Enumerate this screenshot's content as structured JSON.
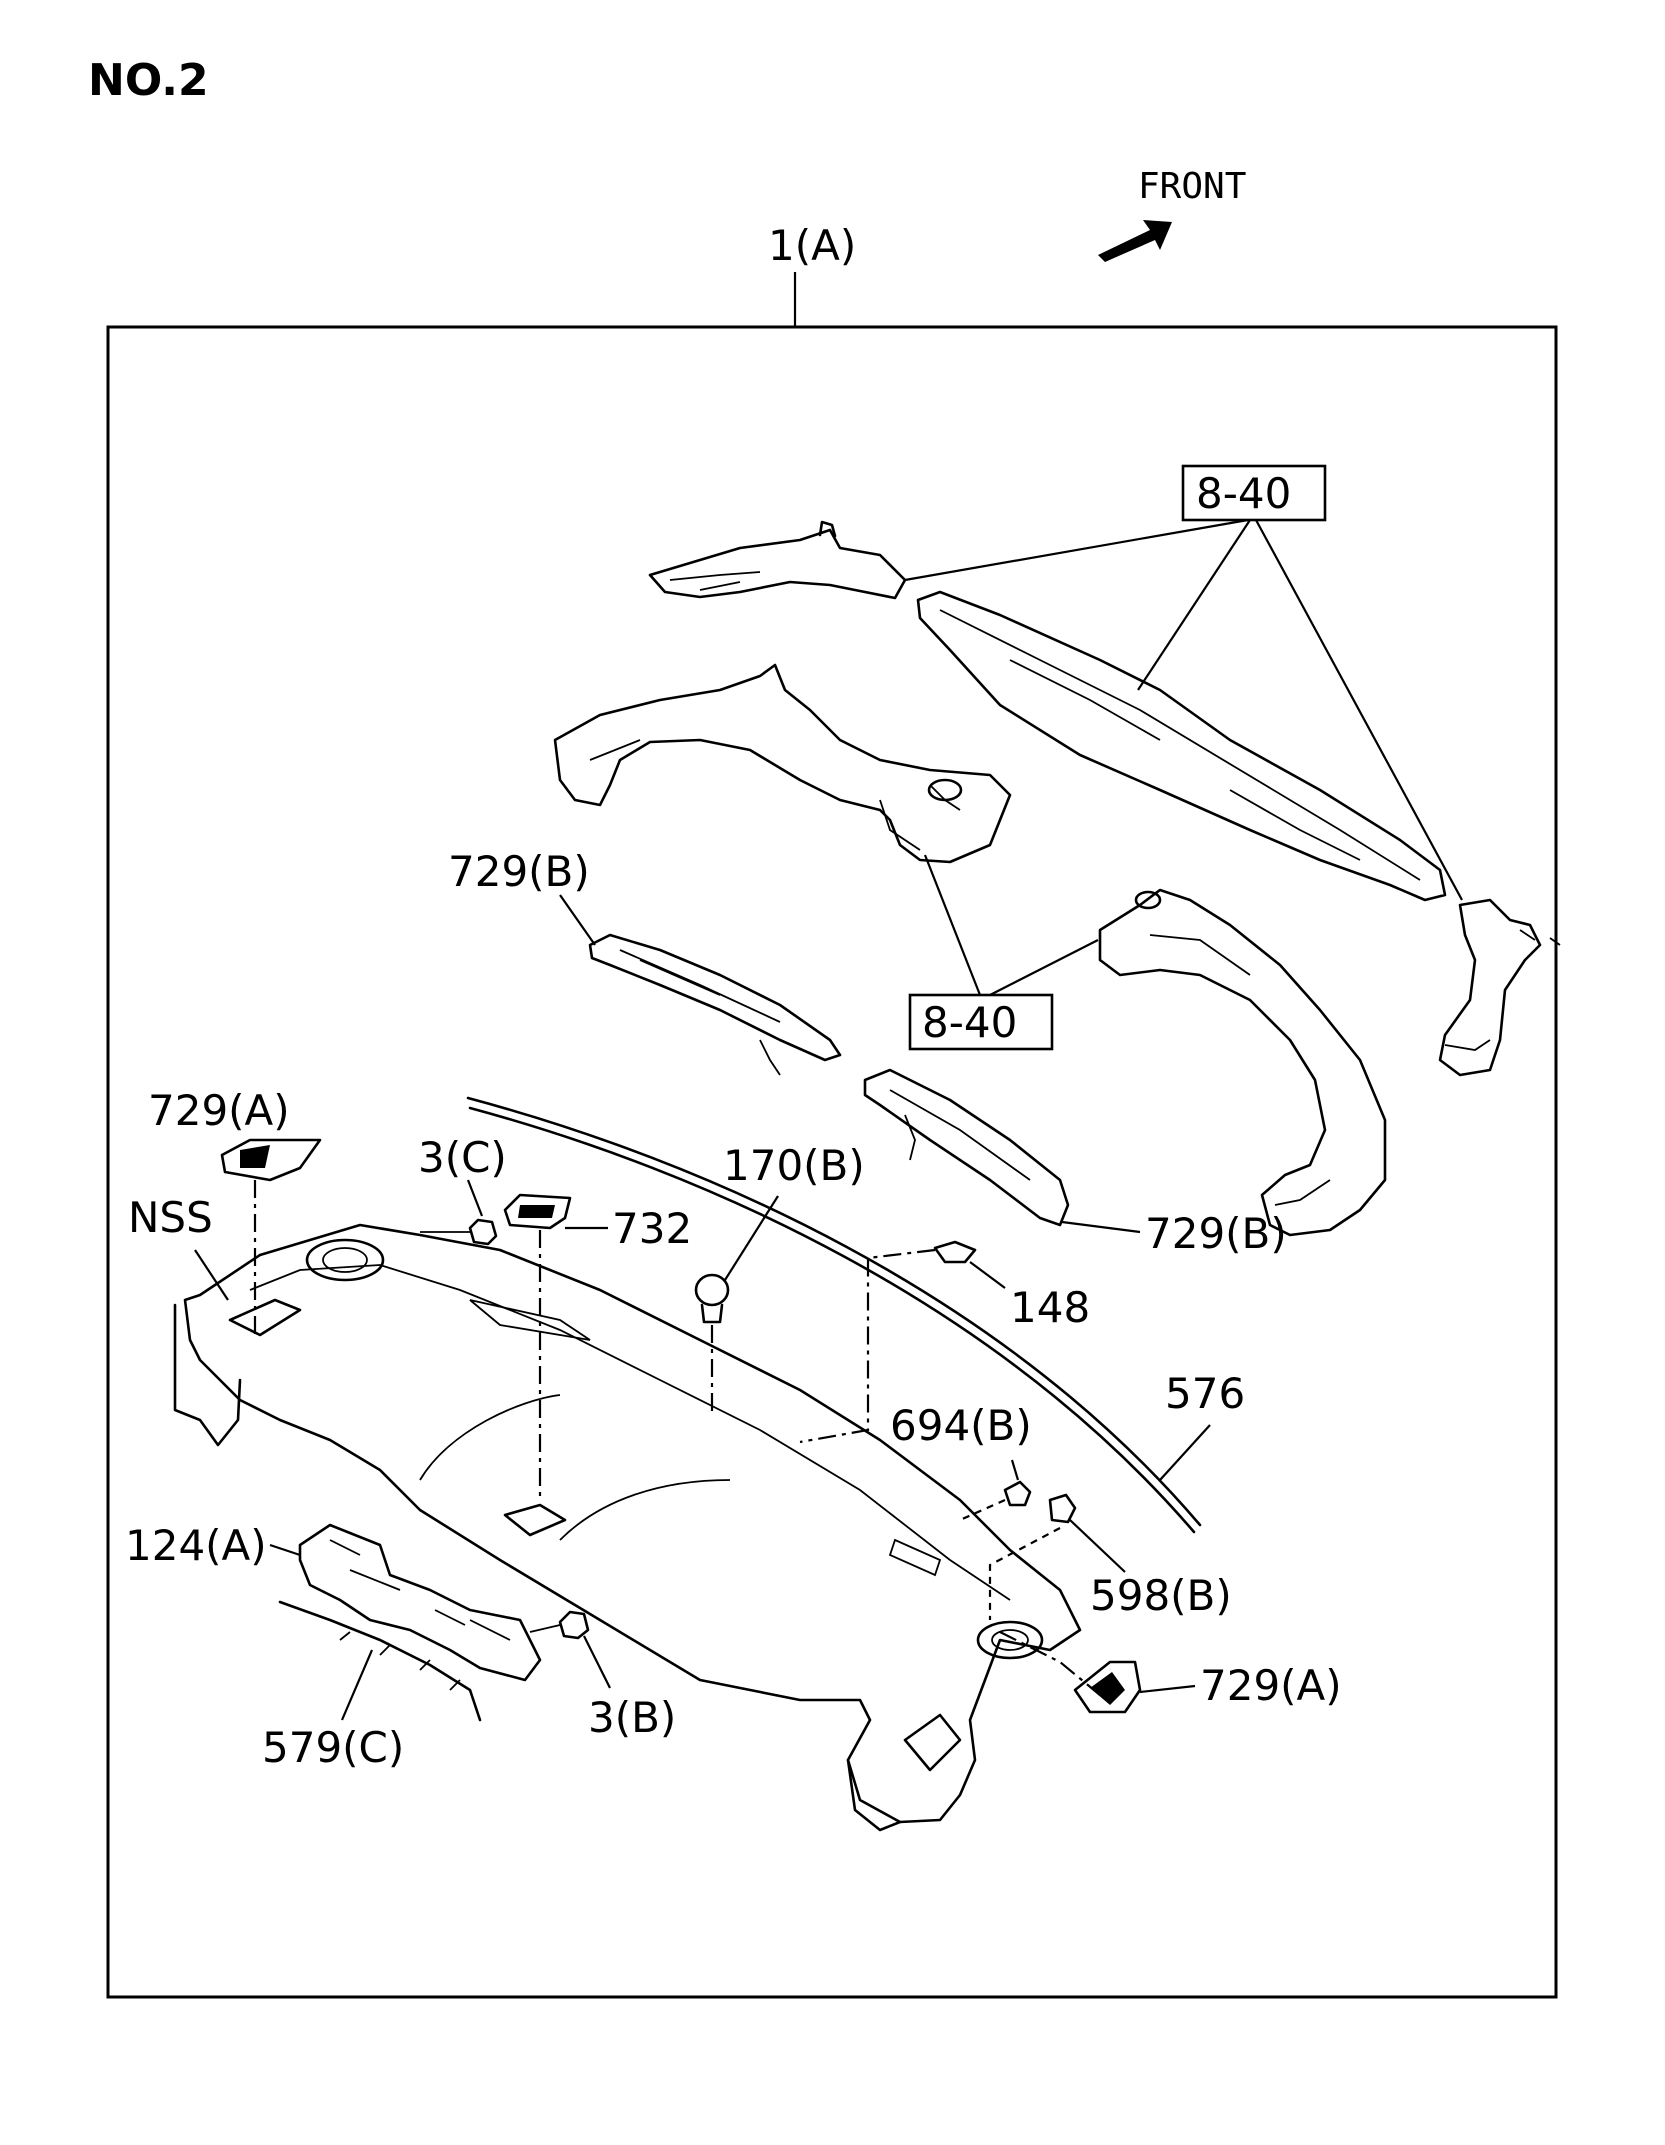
{
  "sheet_label": "NO.2",
  "direction_label": "FRONT",
  "assembly_label": "1(A)",
  "callouts": {
    "ref_upper": "8-40",
    "ref_lower": "8-40",
    "grille_upper": "729(B)",
    "grille_lower": "729(B)",
    "vent_left": "729(A)",
    "vent_right": "729(A)",
    "nss": "NSS",
    "screw_top": "3(C)",
    "cover": "732",
    "clip_top": "170(B)",
    "clip_148": "148",
    "molding": "576",
    "nut_694": "694(B)",
    "nut_598": "598(B)",
    "bracket": "124(A)",
    "strip": "579(C)",
    "screw_bottom": "3(B)"
  }
}
